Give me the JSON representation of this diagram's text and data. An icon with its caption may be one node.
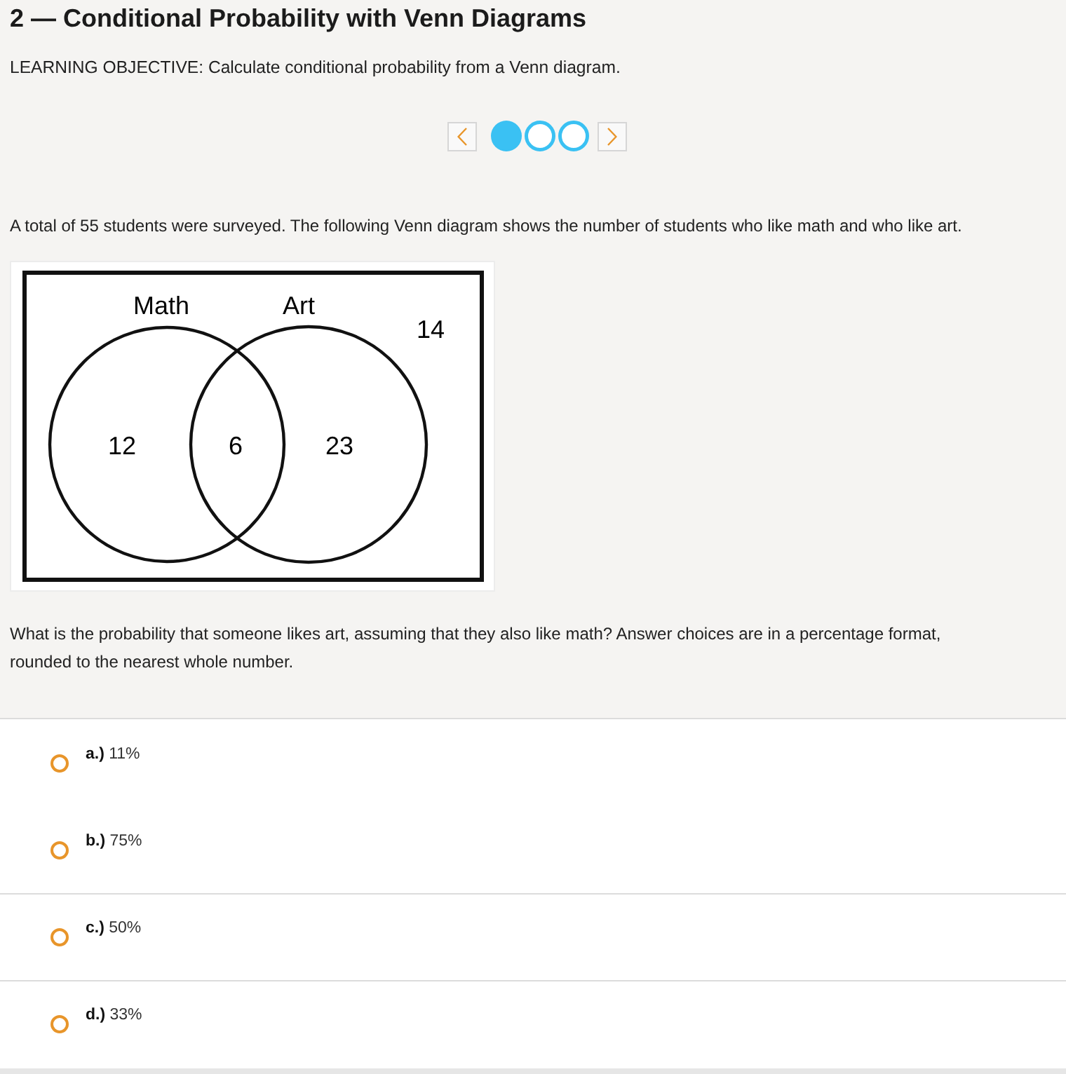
{
  "diagram": {
    "title": "2 — Conditional Probability with Venn Diagrams",
    "nodes": [
      {
        "text": [
          "14"
        ]
      },
      {
        "text": [
          "Math",
          "12"
        ],
        "in": 0
      },
      {
        "text": [
          "Art",
          "23"
        ],
        "in": 0
      }
    ],
    "labels": [
      "LEARNING OBJECTIVE: Calculate conditional probability from a Venn diagram.",
      "A total of 55 students were surveyed. The following Venn diagram shows the number of students who like math and who like art.",
      "6",
      "What is the probability that someone likes art, assuming that they also like math? Answer choices are in a percentage format, rounded to the nearest whole number.",
      "**a.)** 11%",
      "**b.)** 75%",
      "**c.)** 50%",
      "**d.)** 33%"
    ]
  }
}
